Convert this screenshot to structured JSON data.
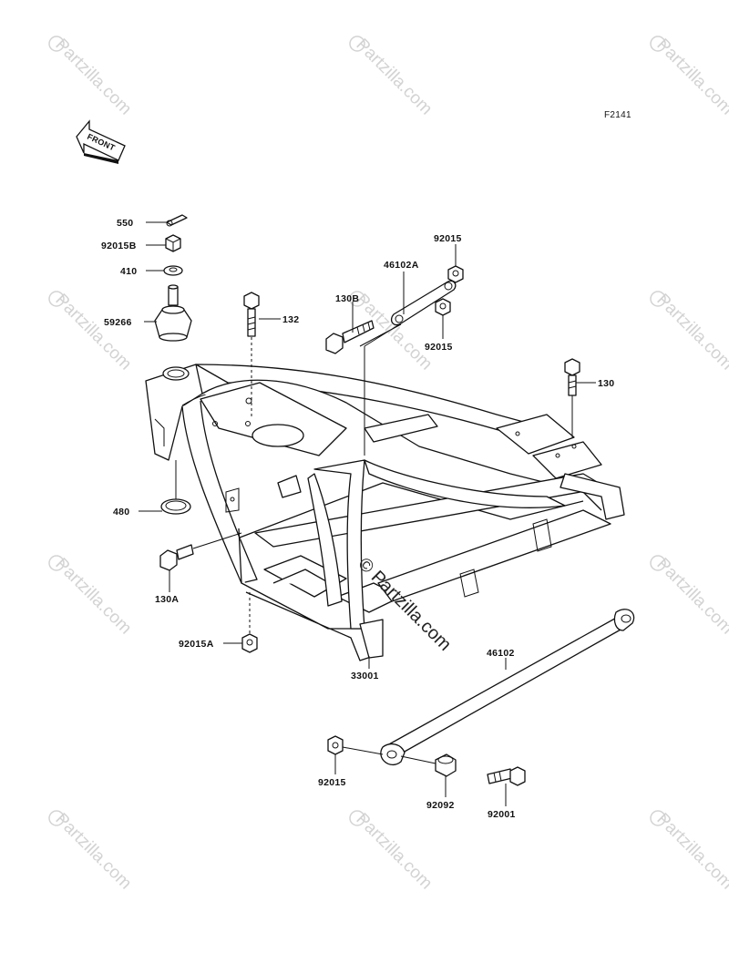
{
  "figure_code": "F2141",
  "front_label": "FRONT",
  "watermark": {
    "text": "Partzilla.com",
    "copyright_symbol": "©"
  },
  "center_watermark": "© Partzilla.com",
  "callouts": {
    "p550": "550",
    "p92015B": "92015B",
    "p410": "410",
    "p59266": "59266",
    "p132": "132",
    "p46102A": "46102A",
    "p92015_top": "92015",
    "p130B": "130B",
    "p92015_mid": "92015",
    "p130": "130",
    "p480": "480",
    "p130A": "130A",
    "p92015A": "92015A",
    "p33001": "33001",
    "p46102": "46102",
    "p92015_bot": "92015",
    "p92092": "92092",
    "p92001": "92001"
  },
  "colors": {
    "line": "#111111",
    "watermark": "#d3d3d3",
    "background": "#ffffff"
  }
}
